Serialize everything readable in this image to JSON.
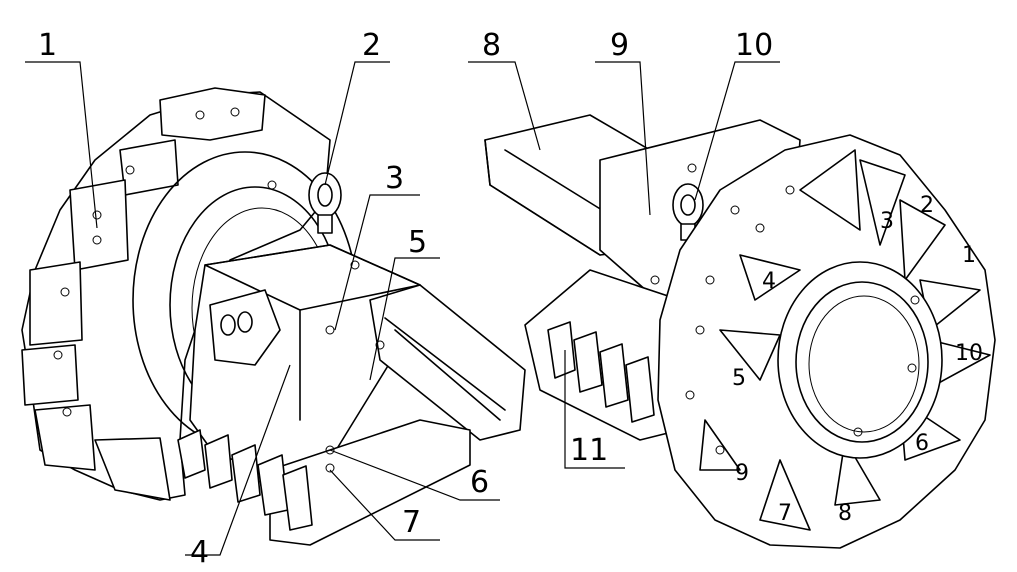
{
  "callouts": [
    "1",
    "2",
    "3",
    "4",
    "5",
    "6",
    "7",
    "8",
    "9",
    "10",
    "11"
  ],
  "station_numbers": [
    "1",
    "2",
    "3",
    "4",
    "5",
    "6",
    "7",
    "8",
    "9",
    "10"
  ]
}
